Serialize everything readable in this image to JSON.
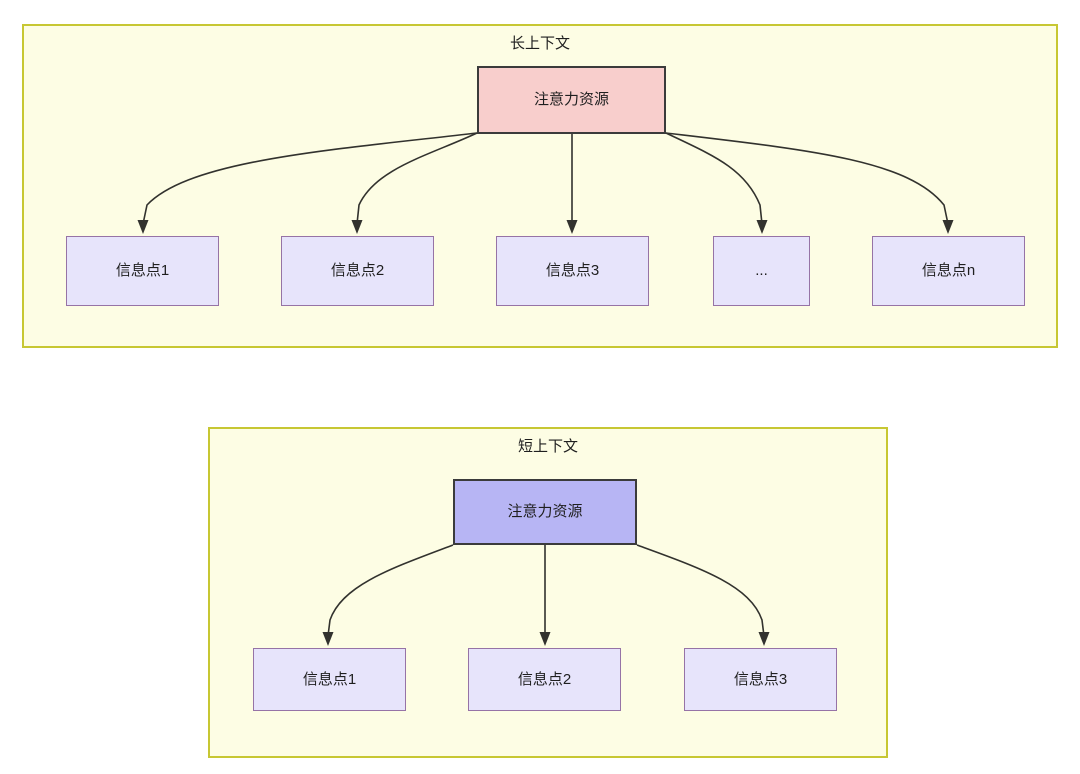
{
  "diagram": {
    "title_long": "长上下文",
    "title_short": "短上下文",
    "colors": {
      "panel_fill": "#fdfde4",
      "panel_border": "#c7c733",
      "attention_long_fill": "#f8cecc",
      "attention_short_fill": "#b7b5f4",
      "node_border_dark": "#3b3b3b",
      "info_fill": "#e7e4fb",
      "info_border": "#9673a6",
      "edge_stroke": "#32322e",
      "text": "#1f1f1f"
    }
  },
  "long_context": {
    "title": "长上下文",
    "root": {
      "label": "注意力资源"
    },
    "leaves": [
      {
        "label": "信息点1"
      },
      {
        "label": "信息点2"
      },
      {
        "label": "信息点3"
      },
      {
        "label": "..."
      },
      {
        "label": "信息点n"
      }
    ]
  },
  "short_context": {
    "title": "短上下文",
    "root": {
      "label": "注意力资源"
    },
    "leaves": [
      {
        "label": "信息点1"
      },
      {
        "label": "信息点2"
      },
      {
        "label": "信息点3"
      }
    ]
  }
}
